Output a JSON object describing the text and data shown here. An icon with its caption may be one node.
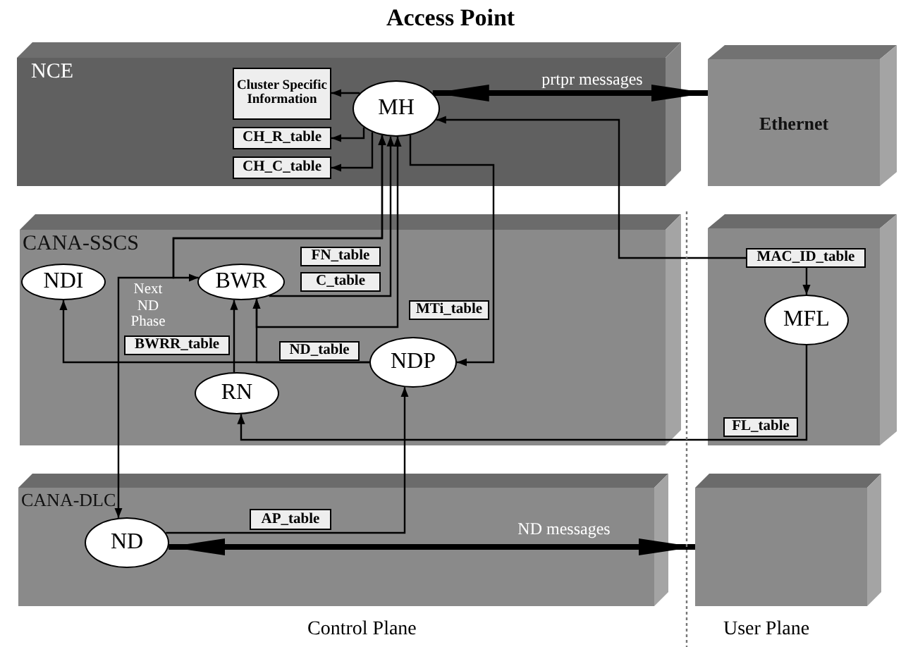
{
  "diagram": {
    "title": "Access Point",
    "nodes": [
      {
        "text": [
          "NCE"
        ]
      },
      {
        "text": [
          "Cluster Specific Information"
        ],
        "in": 0
      },
      {
        "text": [
          "CH_R_table"
        ],
        "in": 0
      },
      {
        "text": [
          "CH_C_table"
        ],
        "in": 0
      },
      {
        "text": [
          "MH"
        ],
        "in": 0
      },
      {
        "text": [
          "Ethernet"
        ]
      },
      {
        "text": [
          "CANA-SSCS"
        ]
      },
      {
        "text": [
          "NDI"
        ],
        "in": 6
      },
      {
        "text": [
          "BWR"
        ],
        "in": 6
      },
      {
        "text": [
          "FN_table"
        ],
        "in": 6
      },
      {
        "text": [
          "C_table"
        ],
        "in": 6
      },
      {
        "text": [
          "MTi_table"
        ],
        "in": 6
      },
      {
        "text": [
          "BWRR_table"
        ],
        "in": 6
      },
      {
        "text": [
          "ND_table"
        ],
        "in": 6
      },
      {
        "text": [
          "NDP"
        ],
        "in": 6
      },
      {
        "text": [
          "RN"
        ],
        "in": 6
      },
      {
        "text": [],
        "shape": "box"
      },
      {
        "text": [
          "MAC_ID_table"
        ],
        "in": 16
      },
      {
        "text": [
          "MFL"
        ],
        "in": 16
      },
      {
        "text": [
          "FL_table"
        ],
        "in": 16
      },
      {
        "text": [
          "CANA-DLC"
        ]
      },
      {
        "text": [
          "ND"
        ],
        "in": 20
      },
      {
        "text": [
          "AP_table"
        ],
        "in": 20
      },
      {
        "text": [],
        "shape": "box"
      }
    ],
    "edges": [
      {
        "from": 4,
        "to": 1,
        "arrow": "to"
      },
      {
        "from": 4,
        "to": 2,
        "arrow": "to"
      },
      {
        "from": 4,
        "to": 3,
        "arrow": "to"
      },
      {
        "from": 4,
        "to": 5,
        "arrow": "both",
        "label": "prtpr messages",
        "style": "thick"
      },
      {
        "from": 17,
        "to": 4,
        "arrow": "to"
      },
      {
        "from": 17,
        "to": 18,
        "arrow": "to"
      },
      {
        "from": 18,
        "to": 15,
        "arrow": "to"
      },
      {
        "from": 4,
        "to": 8,
        "arrow": "both"
      },
      {
        "from": 4,
        "to": 21,
        "arrow": "both",
        "label": "Next ND Phase"
      },
      {
        "from": 4,
        "to": 8,
        "arrow": "both"
      },
      {
        "from": 8,
        "to": 4,
        "arrow": "to"
      },
      {
        "from": 4,
        "to": 14,
        "arrow": "to"
      },
      {
        "from": 14,
        "to": 7,
        "arrow": "to"
      },
      {
        "from": 14,
        "to": 8,
        "arrow": "to"
      },
      {
        "from": 15,
        "to": 8,
        "arrow": "to"
      },
      {
        "from": 21,
        "to": 14,
        "arrow": "to"
      },
      {
        "from": 21,
        "to": 23,
        "arrow": "both",
        "label": "ND messages",
        "style": "thick"
      }
    ],
    "labels": [
      "Control Plane",
      "User Plane"
    ]
  }
}
